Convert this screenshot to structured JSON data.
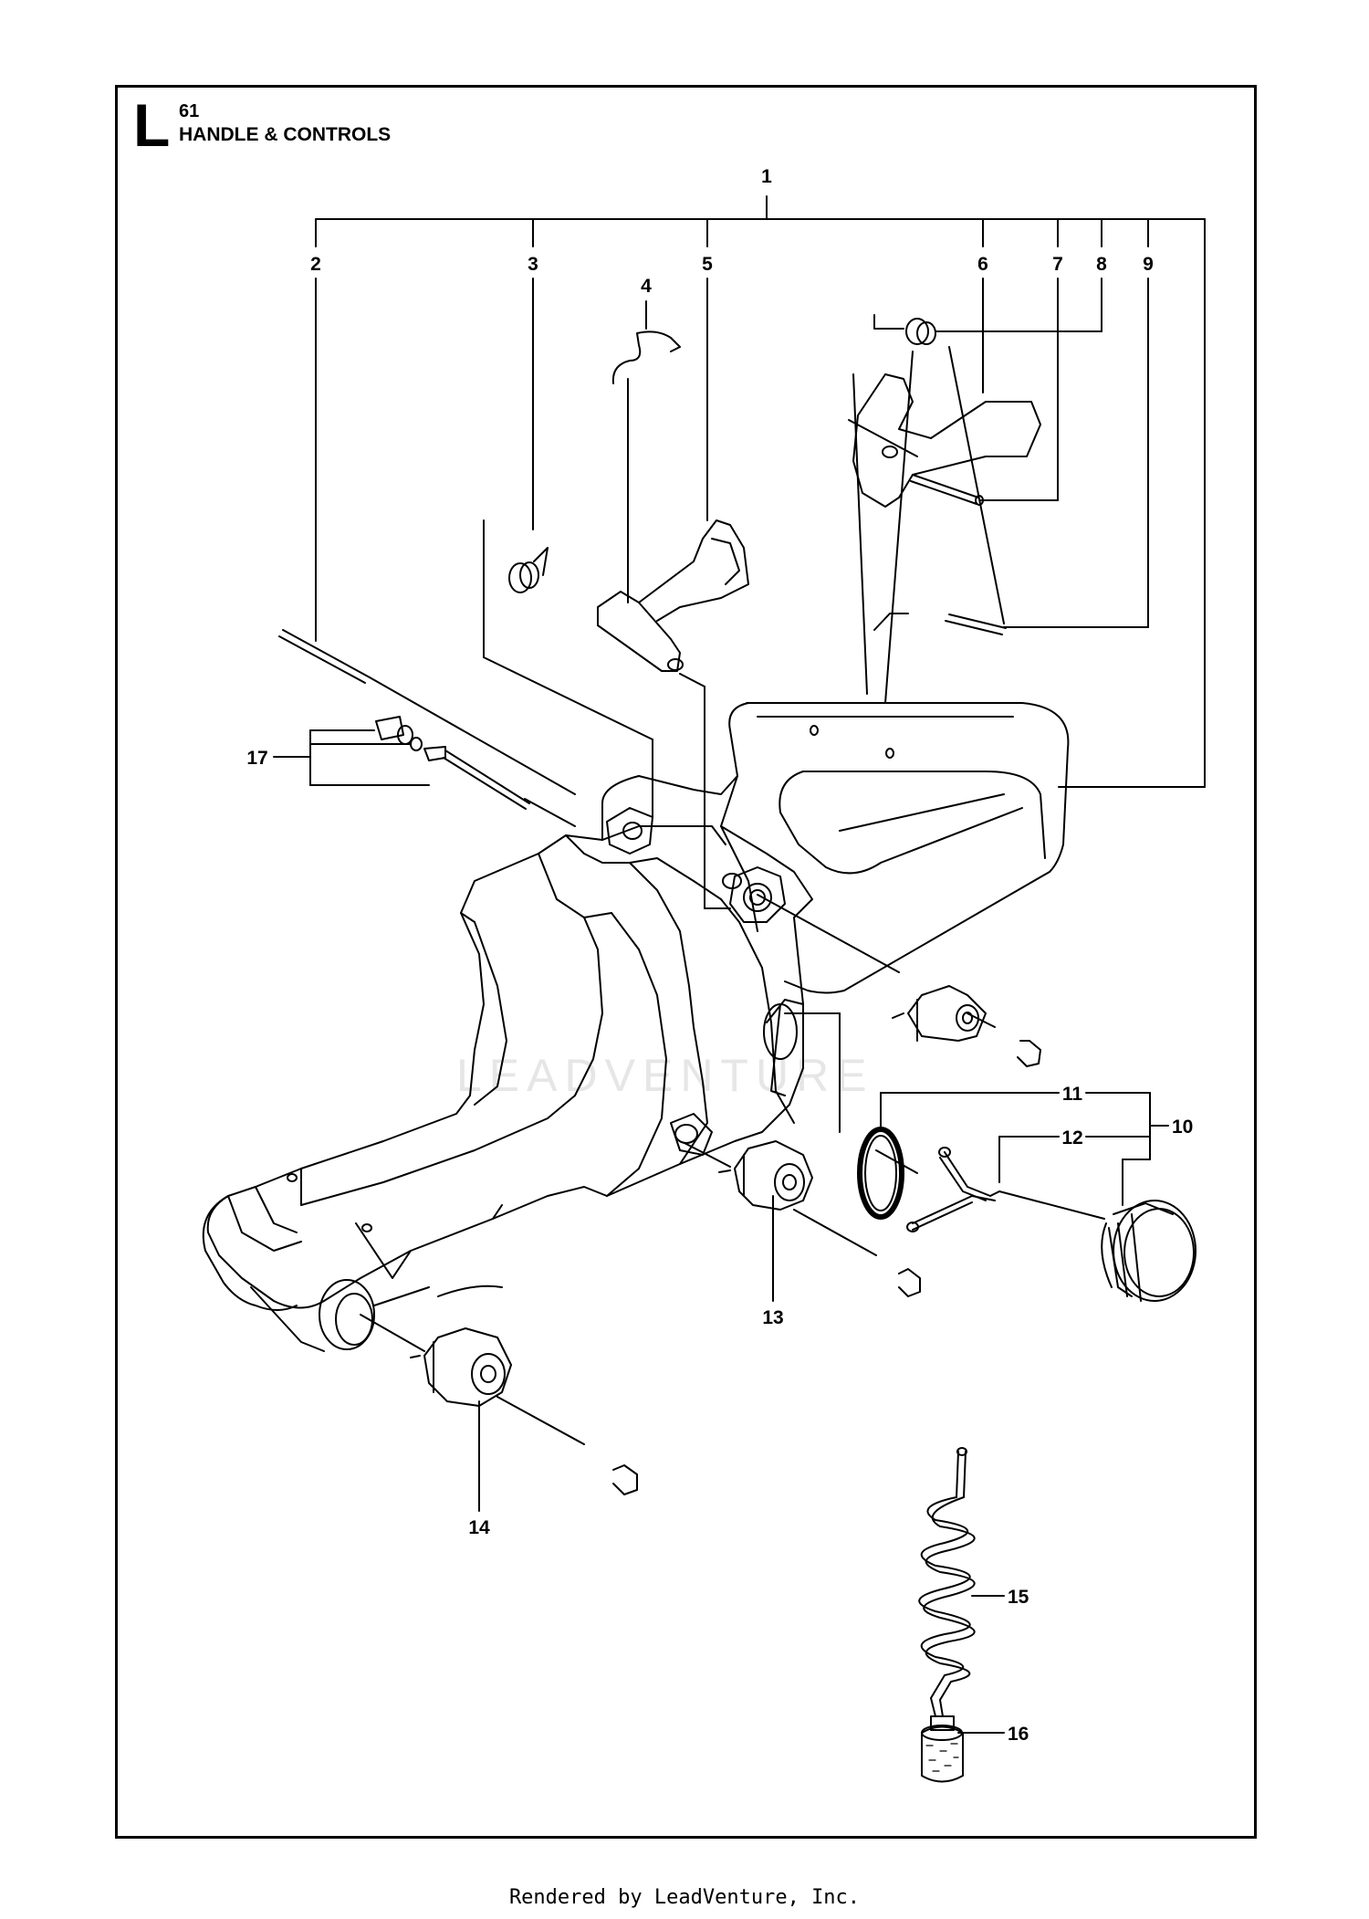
{
  "header": {
    "section_letter": "L",
    "section_number": "61",
    "section_title": "HANDLE & CONTROLS"
  },
  "watermark": "LEADVENTURE",
  "callouts": {
    "c1": "1",
    "c2": "2",
    "c3": "3",
    "c4": "4",
    "c5": "5",
    "c6": "6",
    "c7": "7",
    "c8": "8",
    "c9": "9",
    "c10": "10",
    "c11": "11",
    "c12": "12",
    "c13": "13",
    "c14": "14",
    "c15": "15",
    "c16": "16",
    "c17": "17"
  },
  "footer": "Rendered by LeadVenture, Inc."
}
